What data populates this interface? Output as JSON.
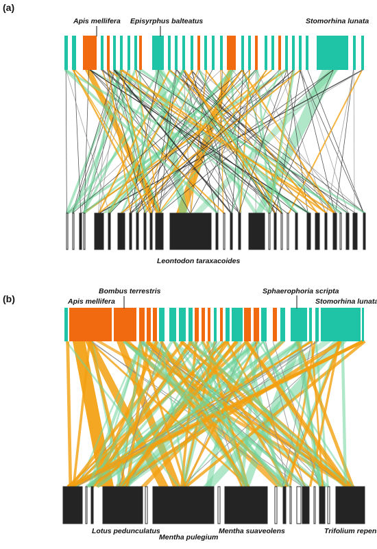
{
  "colors": {
    "teal": "#1fc3a6",
    "orange": "#f26a0f",
    "plant": "#242424",
    "link_green": "#6fd39a",
    "link_orange": "#f3a010",
    "link_dark": "#2a2a2a",
    "link_gray": "#8a8a8a"
  },
  "panels": [
    {
      "id": "a",
      "label": "(a)",
      "pollinator_labels": [
        "Apis mellifera",
        "Episyrphus balteatus",
        "Stomorhina lunata"
      ],
      "plant_labels": [
        "Leontodon taraxacoides"
      ]
    },
    {
      "id": "b",
      "label": "(b)",
      "pollinator_labels": [
        "Bombus terrestris",
        "Apis mellifera",
        "Sphaerophoria scripta",
        "Stomorhina lunata"
      ],
      "plant_labels": [
        "Lotus pedunculatus",
        "Mentha pulegium",
        "Mentha suaveolens",
        "Trifolium repens"
      ]
    }
  ]
}
